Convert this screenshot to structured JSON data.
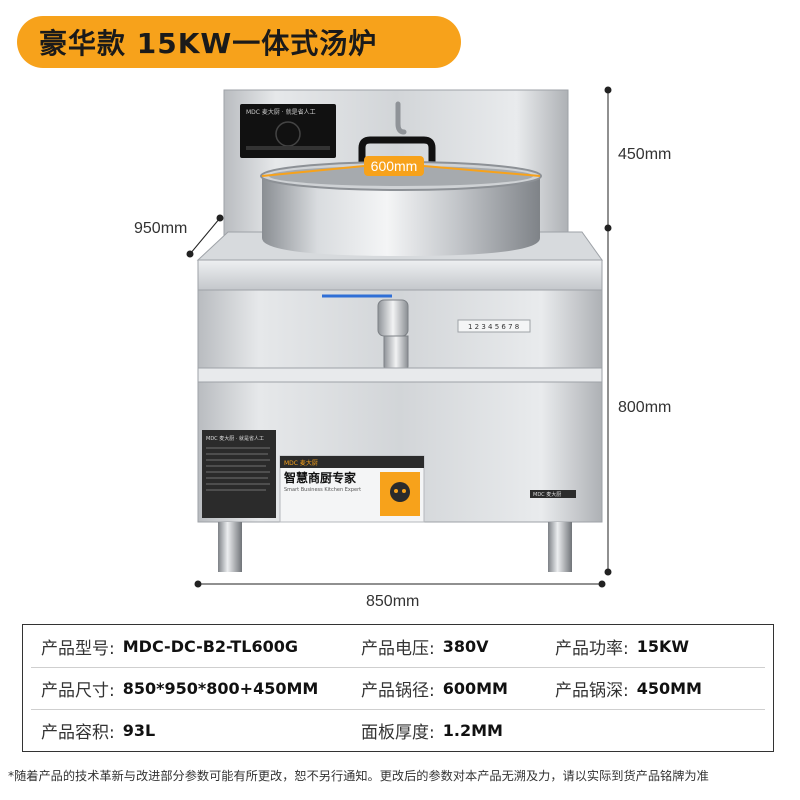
{
  "title": "豪华款 15KW一体式汤炉",
  "dimensions": {
    "back_height": "450mm",
    "depth": "950mm",
    "pot_diameter": "600mm",
    "body_height": "800mm",
    "width": "850mm"
  },
  "brand": {
    "logo": "MDC",
    "slogan_panel": "MDC 麦大厨 · 就是省人工",
    "label_brand": "MDC 麦大厨",
    "label_title": "智慧商厨专家",
    "label_subtitle": "Smart Business Kitchen Expert",
    "side_logo": "MDC 麦大厨"
  },
  "dial_numbers": "1 2 3 4 5 6 7 8",
  "specs": {
    "row1": [
      {
        "label": "产品型号:",
        "value": "MDC-DC-B2-TL600G"
      },
      {
        "label": "产品电压:",
        "value": "380V"
      },
      {
        "label": "产品功率:",
        "value": "15KW"
      }
    ],
    "row2": [
      {
        "label": "产品尺寸:",
        "value": "850*950*800+450MM"
      },
      {
        "label": "产品锅径:",
        "value": "600MM"
      },
      {
        "label": "产品锅深:",
        "value": "450MM"
      }
    ],
    "row3": [
      {
        "label": "产品容积:",
        "value": "93L"
      },
      {
        "label": "面板厚度:",
        "value": "1.2MM"
      }
    ]
  },
  "footnote": "*随着产品的技术革新与改进部分参数可能有所更改，恕不另行通知。更改后的参数对本产品无溯及力，请以实际到货产品铭牌为准",
  "colors": {
    "accent": "#f7a21b",
    "steel_light": "#e4e6e8",
    "steel_mid": "#c9ccd0",
    "steel_dark": "#8d9196",
    "panel_black": "#111111"
  }
}
